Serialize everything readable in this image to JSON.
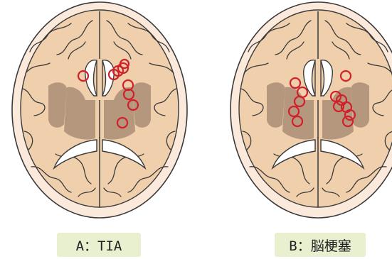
{
  "panels": [
    {
      "id": "A",
      "caption": "A：TIA",
      "lesion_count": 9
    },
    {
      "id": "B",
      "caption": "B：脳梗塞",
      "lesion_count": 12
    }
  ],
  "colors": {
    "skull_fill": "#fbe9dc",
    "brain_fill": "#f0cfac",
    "nucleus_fill": "#b5977e",
    "lesion_stroke": "#d0212b",
    "caption_background": "#e8f0d0"
  }
}
